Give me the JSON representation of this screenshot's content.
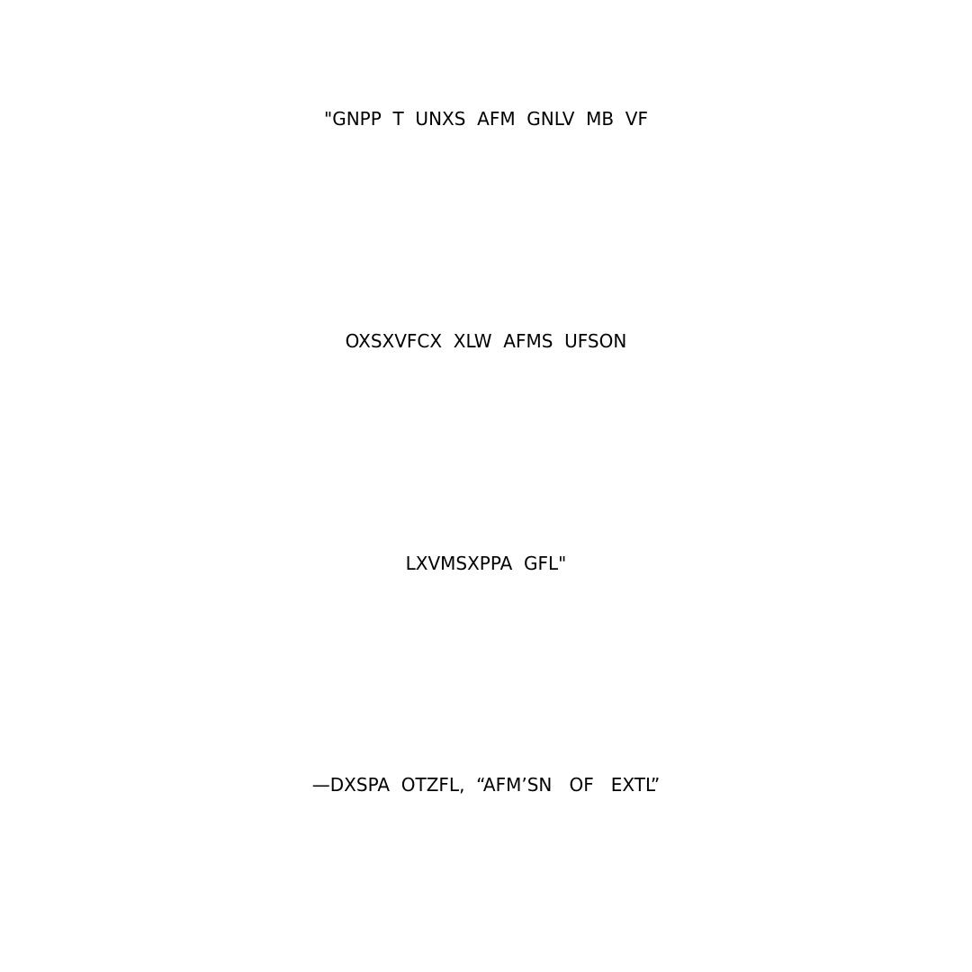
{
  "puzzle": {
    "lines": [
      "\"GNPP  T  UNXS  AFM  GNLV  MB  VF",
      "OXSXVFCX  XLW  AFMS  UFSON",
      "LXVMSXPPA  GFL\"",
      "—DXSPA  OTZFL,  “AFM’SN   OF   EXTL”"
    ]
  },
  "colors": {
    "background": "#ffffff",
    "text": "#000000"
  }
}
